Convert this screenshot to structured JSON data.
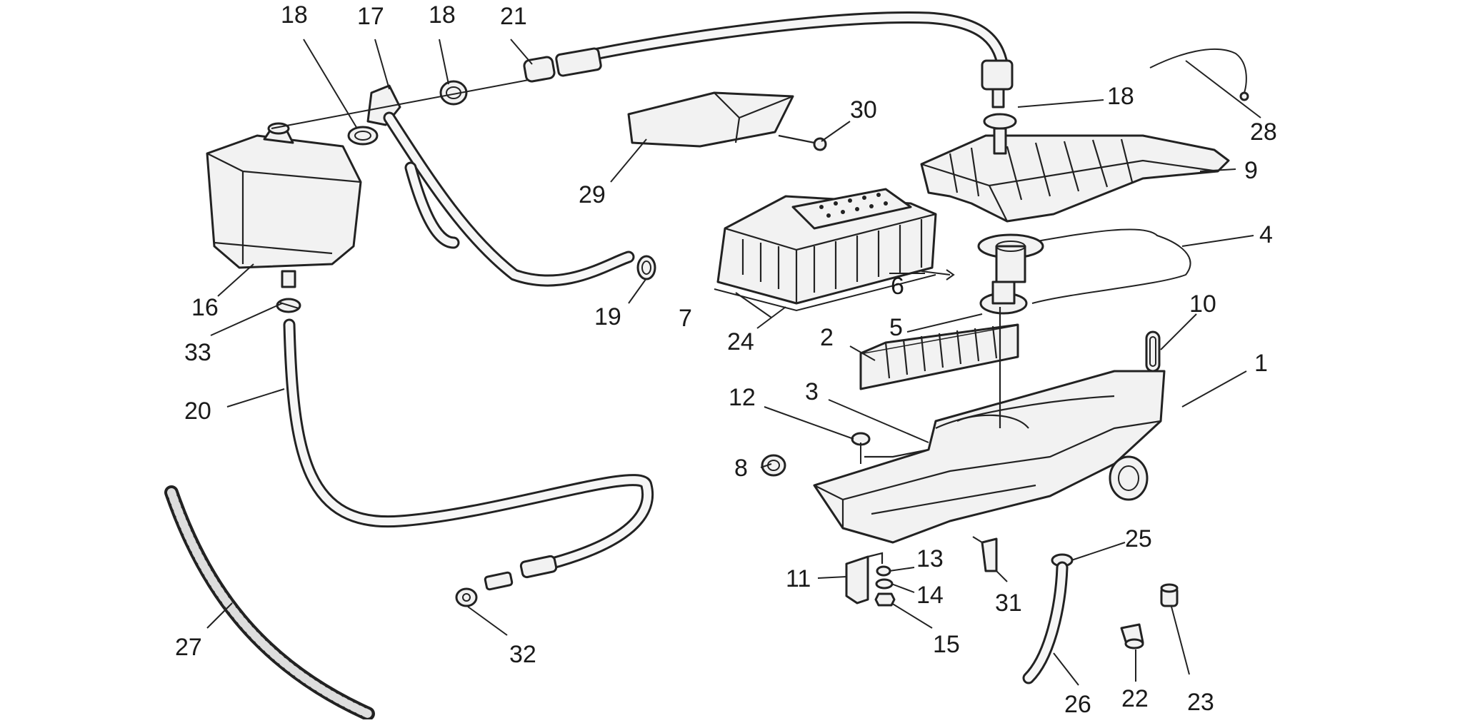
{
  "diagram": {
    "callouts": [
      {
        "id": "c1",
        "text": "1"
      },
      {
        "id": "c2",
        "text": "2"
      },
      {
        "id": "c3",
        "text": "3"
      },
      {
        "id": "c4",
        "text": "4"
      },
      {
        "id": "c5",
        "text": "5"
      },
      {
        "id": "c6",
        "text": "6"
      },
      {
        "id": "c7",
        "text": "7"
      },
      {
        "id": "c8",
        "text": "8"
      },
      {
        "id": "c9",
        "text": "9"
      },
      {
        "id": "c10",
        "text": "10"
      },
      {
        "id": "c11",
        "text": "11"
      },
      {
        "id": "c12",
        "text": "12"
      },
      {
        "id": "c13",
        "text": "13"
      },
      {
        "id": "c14",
        "text": "14"
      },
      {
        "id": "c15",
        "text": "15"
      },
      {
        "id": "c16",
        "text": "16"
      },
      {
        "id": "c17",
        "text": "17"
      },
      {
        "id": "c18a",
        "text": "18"
      },
      {
        "id": "c18b",
        "text": "18"
      },
      {
        "id": "c18c",
        "text": "18"
      },
      {
        "id": "c19",
        "text": "19"
      },
      {
        "id": "c20",
        "text": "20"
      },
      {
        "id": "c21",
        "text": "21"
      },
      {
        "id": "c22",
        "text": "22"
      },
      {
        "id": "c23",
        "text": "23"
      },
      {
        "id": "c24",
        "text": "24"
      },
      {
        "id": "c25",
        "text": "25"
      },
      {
        "id": "c26",
        "text": "26"
      },
      {
        "id": "c27",
        "text": "27"
      },
      {
        "id": "c28",
        "text": "28"
      },
      {
        "id": "c29",
        "text": "29"
      },
      {
        "id": "c30",
        "text": "30"
      },
      {
        "id": "c31",
        "text": "31"
      },
      {
        "id": "c32",
        "text": "32"
      },
      {
        "id": "c33",
        "text": "33"
      }
    ]
  },
  "colors": {
    "ink": "#222222",
    "paper": "#ffffff",
    "part_fill": "#f2f2f2"
  }
}
